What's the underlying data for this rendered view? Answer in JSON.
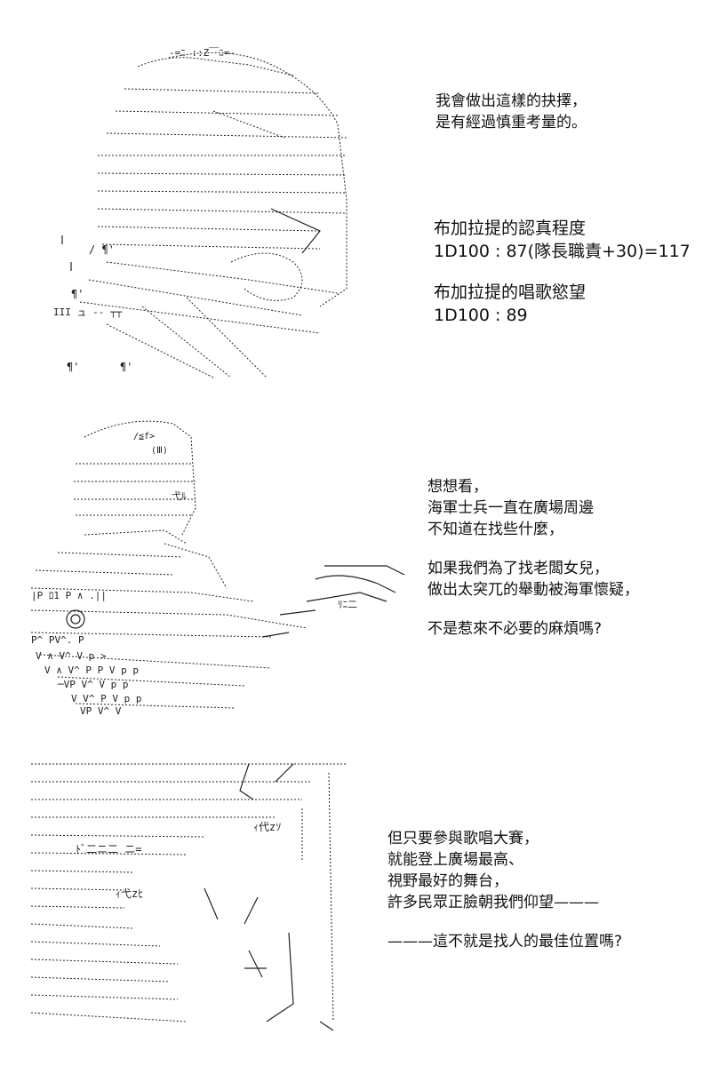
{
  "panels": [
    {
      "art": "ascii-art-character-cap",
      "captions": [
        {
          "lines": [
            "我會做出這樣的抉擇，",
            "是有經過慎重考量的。"
          ]
        },
        {
          "lines": [
            "布加拉提的認真程度",
            "1D100 : 87(隊長職責+30)=117",
            "",
            "布加拉提的唱歌慾望",
            "1D100 : 89"
          ]
        }
      ]
    },
    {
      "art": "ascii-art-character-pointing",
      "captions": [
        {
          "lines": [
            "想想看，",
            "海軍士兵一直在廣場周邊",
            "不知道在找些什麼，",
            "",
            "如果我們為了找老闆女兒，",
            "做出太突兀的舉動被海軍懷疑，",
            "",
            "不是惹來不必要的麻煩嗎?"
          ]
        }
      ]
    },
    {
      "art": "ascii-art-character-closeup",
      "captions": [
        {
          "lines": [
            "但只要參與歌唱大賽，",
            "就能登上廣場最高、",
            "視野最好的舞台，",
            "許多民眾正臉朝我們仰望———",
            "",
            "———這不就是找人的最佳位置嗎?"
          ]
        }
      ]
    }
  ],
  "art_text": {
    "p1_top": "-=ﾆ ::Z￣ﾆ=-",
    "p2_cap": "/≦f>",
    "p2_badge": "(Ⅲ)",
    "p2_mark": "弋ﾙ",
    "p2_hands": "ﾘﾆ二",
    "p3_mid": "ﾄﾞ二ニ二 ニ=",
    "p3_face": "ｨ代zｿ",
    "p3_face2": "ｨ弋zﾋ"
  }
}
